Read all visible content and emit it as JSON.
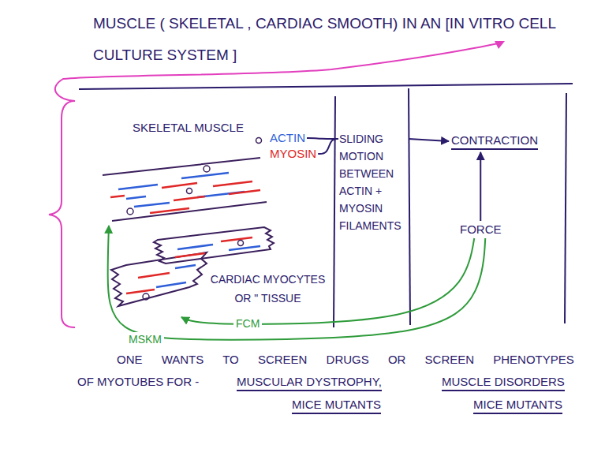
{
  "diagram": {
    "title": "MUSCLE ( SKELETAL , CARDIAC SMOOTH) IN AN [IN VITRO CELL CULTURE SYSTEM ]",
    "nodes": [
      {
        "text": [
          "SKELETAL MUSCLE"
        ]
      },
      {
        "text": [
          "ACTIN"
        ]
      },
      {
        "text": [
          "MYOSIN"
        ]
      },
      {
        "text": [
          "CARDIAC MYOCYTES OR \" TISSUE"
        ]
      },
      {
        "text": [
          "SLIDING MOTION BETWEEN ACTIN + MYOSIN FILAMENTS"
        ]
      },
      {
        "text": [
          "CONTRACTION"
        ]
      },
      {
        "text": [
          "FORCE"
        ]
      }
    ],
    "edges": [
      {
        "from": 1,
        "to": 4,
        "arrow": "none"
      },
      {
        "from": 2,
        "to": 4,
        "arrow": "none"
      },
      {
        "from": 4,
        "to": 5,
        "arrow": "to"
      },
      {
        "from": 6,
        "to": 5,
        "arrow": "to"
      },
      {
        "from": 6,
        "to": 0,
        "label": "MSKM",
        "arrow": "to"
      },
      {
        "from": 6,
        "to": 3,
        "label": "FCM",
        "arrow": "to"
      }
    ],
    "labels": [
      "ONE WANTS TO SCREEN DRUGS OR SCREEN PHENOTYPES",
      "OF MYOTUBES FOR -",
      "MUSCULAR DYSTROPHY,",
      "MUSCLE DISORDERS",
      "MICE MUTANTS",
      "MICE MUTANTS"
    ]
  }
}
